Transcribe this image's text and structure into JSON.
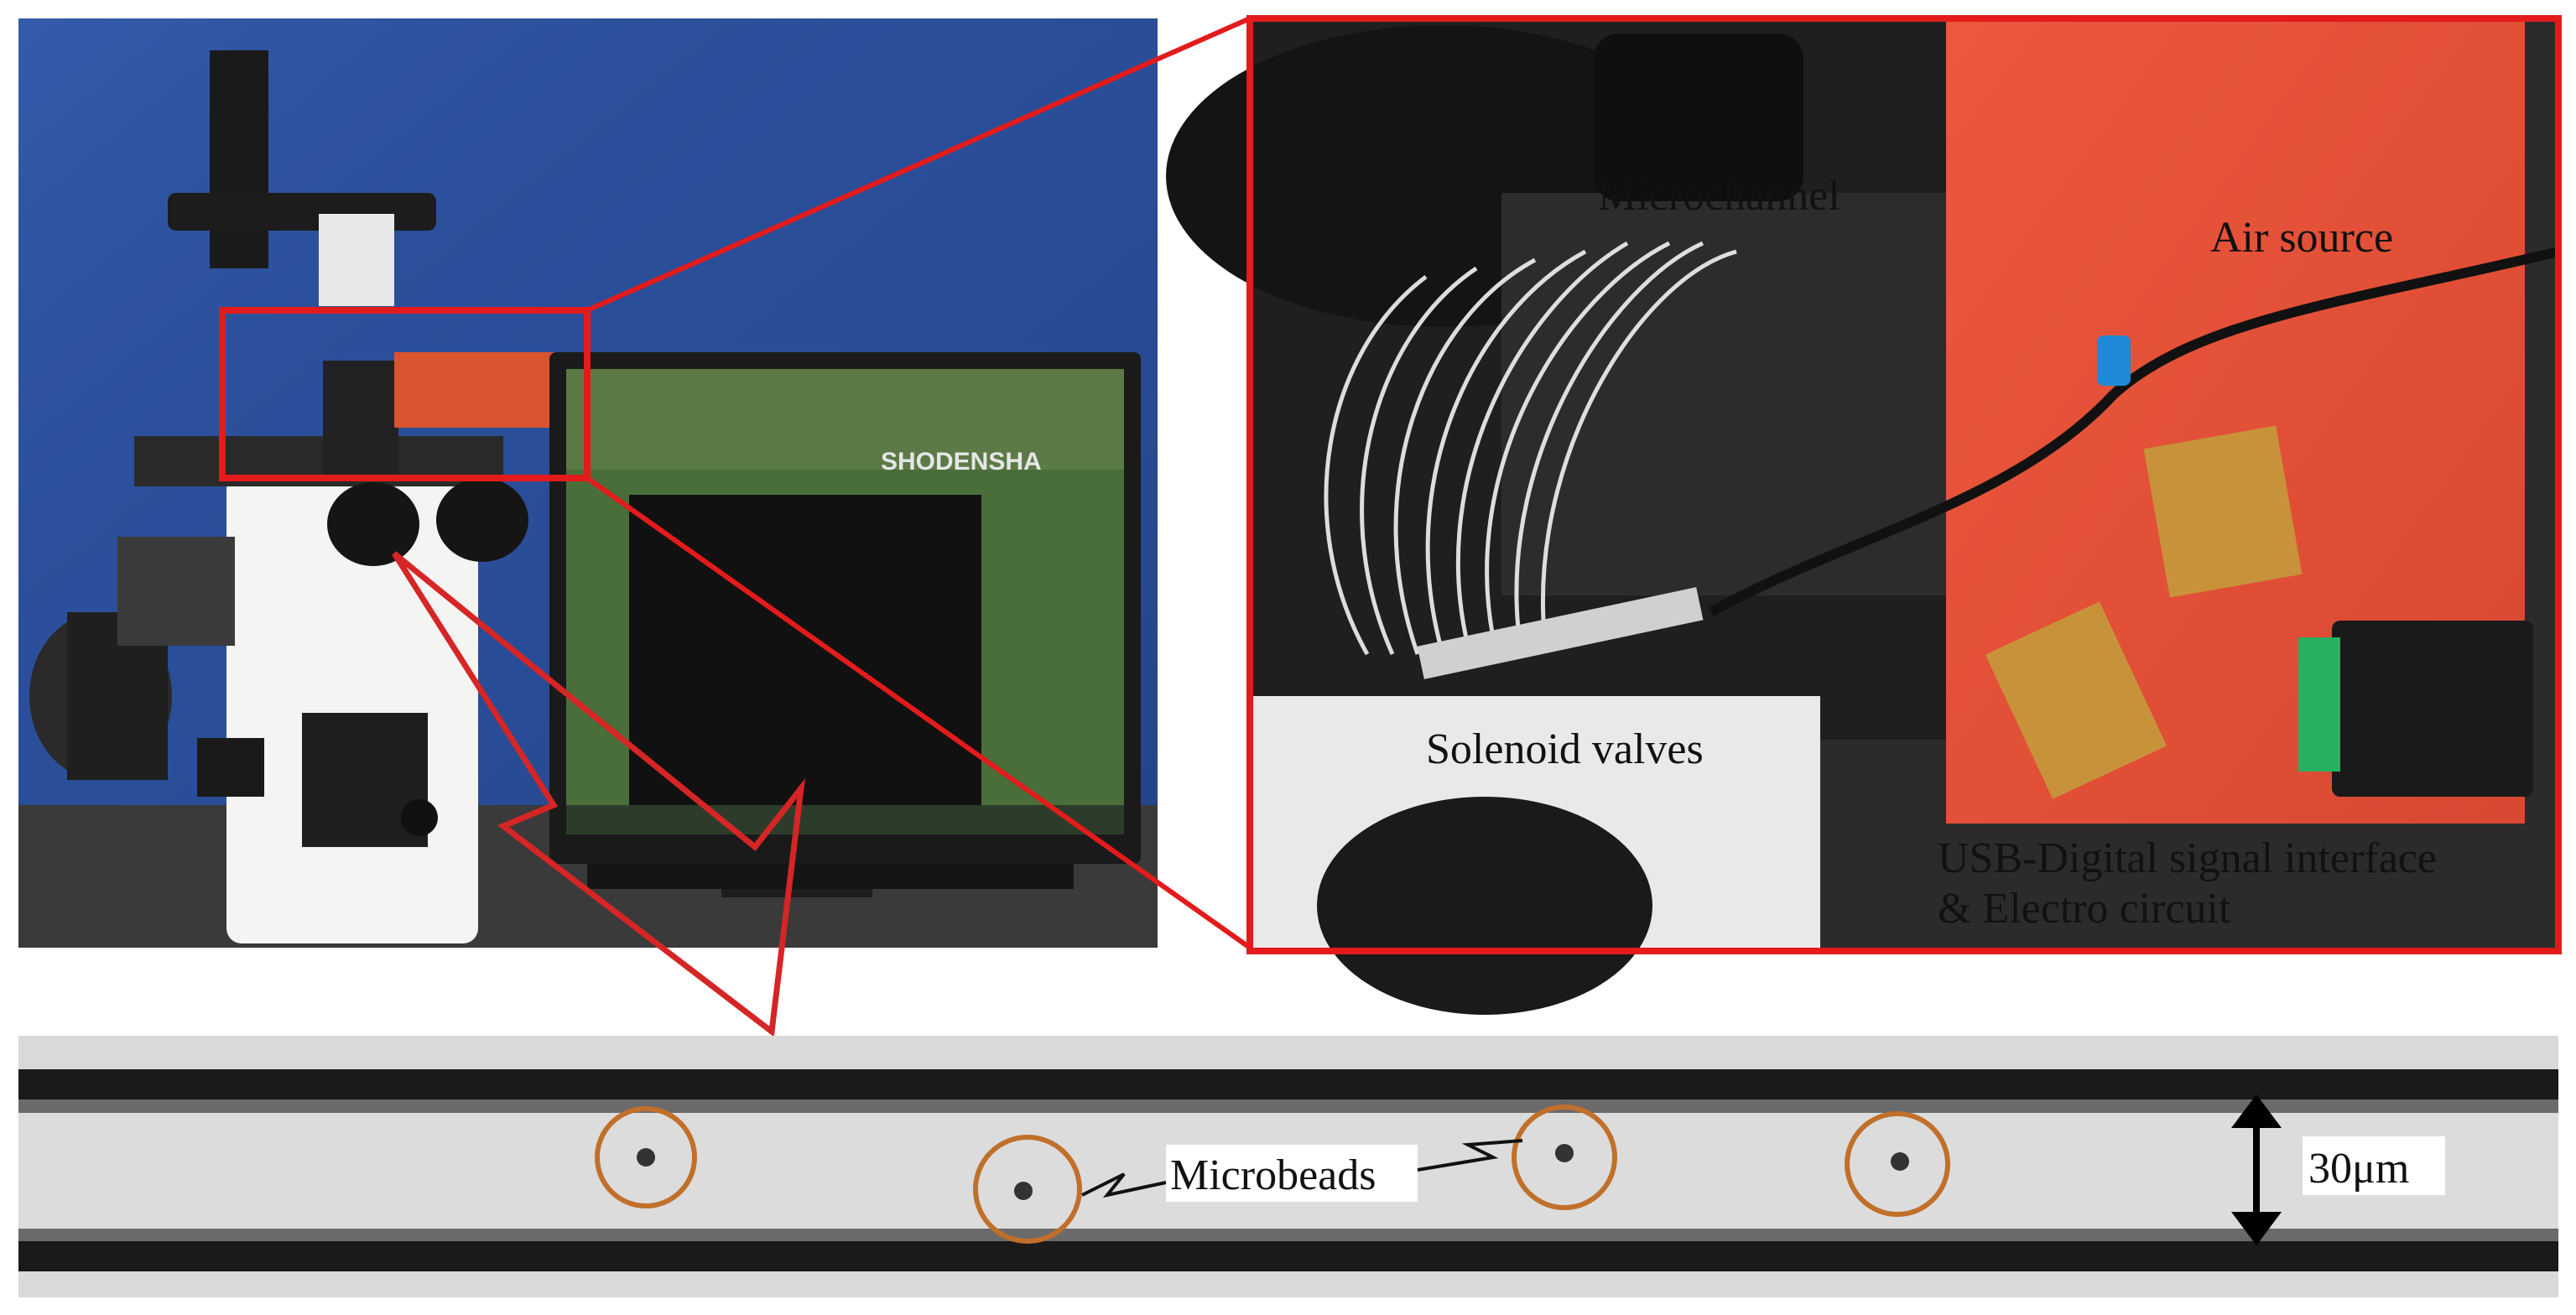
{
  "labels": {
    "microchannel": "Microchannel",
    "air_source": "Air source",
    "solenoid_valves": "Solenoid valves",
    "usb_interface_line1": "USB-Digital signal interface",
    "usb_interface_line2": "& Electro circuit",
    "microbeads": "Microbeads",
    "scale": "30μm"
  },
  "screen": {
    "brand": "SHODENSHA"
  },
  "colors": {
    "callout_red": "#e31b1b",
    "bead_circle": "#c0702a",
    "curtain_blue": "#2b4f9a",
    "board_red": "#e8503a",
    "channel_bg": "#d9d9d9",
    "channel_wall": "#1a1a1a"
  }
}
